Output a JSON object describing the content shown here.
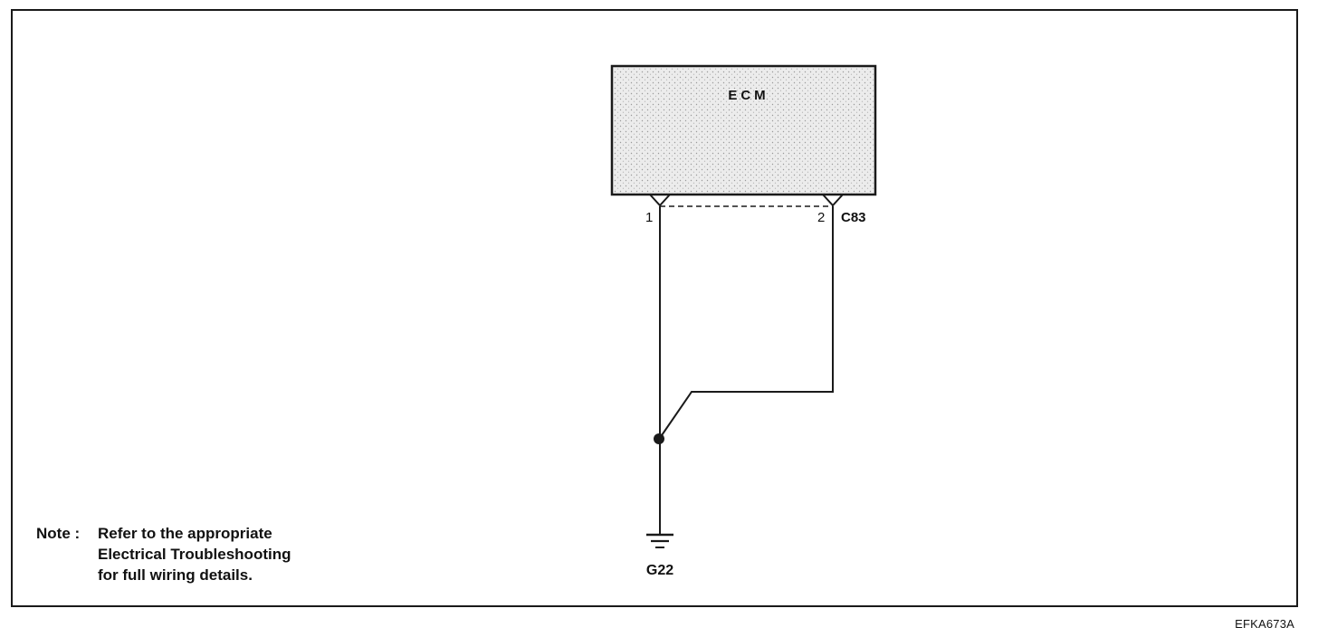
{
  "ecm": {
    "label": "ECM"
  },
  "connector": {
    "name": "C83",
    "pin_1": "1",
    "pin_2": "2"
  },
  "ground": {
    "name": "G22"
  },
  "note": {
    "prefix": "Note :",
    "line_1": "Refer to the appropriate",
    "line_2": "Electrical Troubleshooting",
    "line_3": "for full wiring details."
  },
  "figure_code": "EFKA673A",
  "colors": {
    "line": "#1a1a1a",
    "ecm_fill": "#d9d9d9"
  }
}
